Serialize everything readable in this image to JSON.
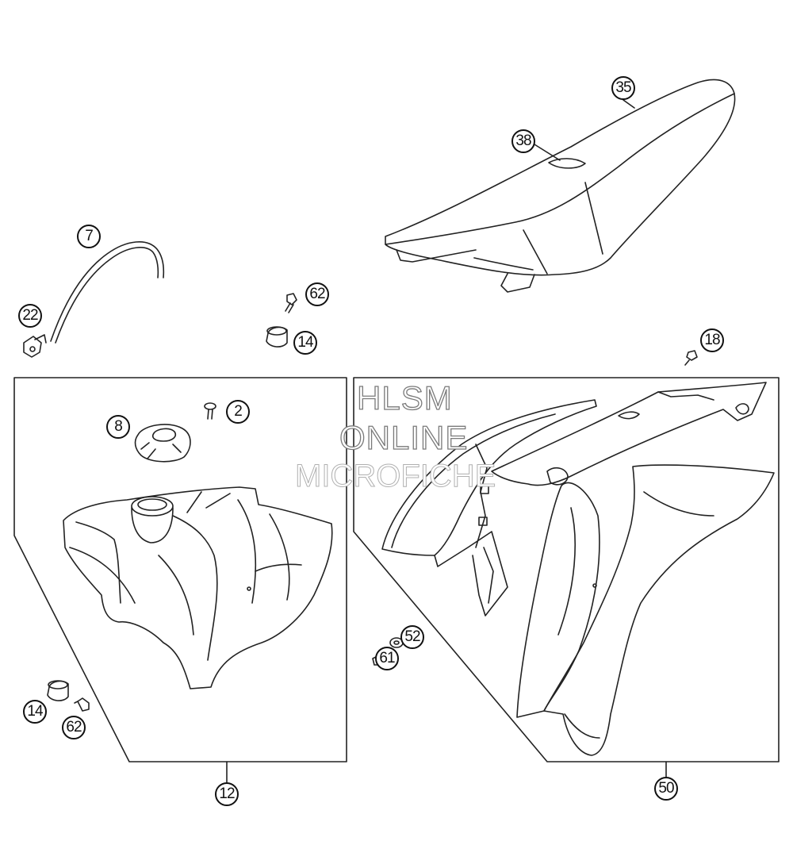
{
  "callouts": {
    "c35": "35",
    "c38": "38",
    "c7": "7",
    "c62a": "62",
    "c22": "22",
    "c14a": "14",
    "c18": "18",
    "c8": "8",
    "c2": "2",
    "c52": "52",
    "c61": "61",
    "c14b": "14",
    "c62b": "62",
    "c12": "12",
    "c50": "50"
  },
  "watermark": {
    "line1": "HLSM",
    "line2": "ONLINE",
    "line3": "MICROFICHE"
  },
  "colors": {
    "line": "#222222",
    "watermark_stroke": "#7a7a7a"
  }
}
